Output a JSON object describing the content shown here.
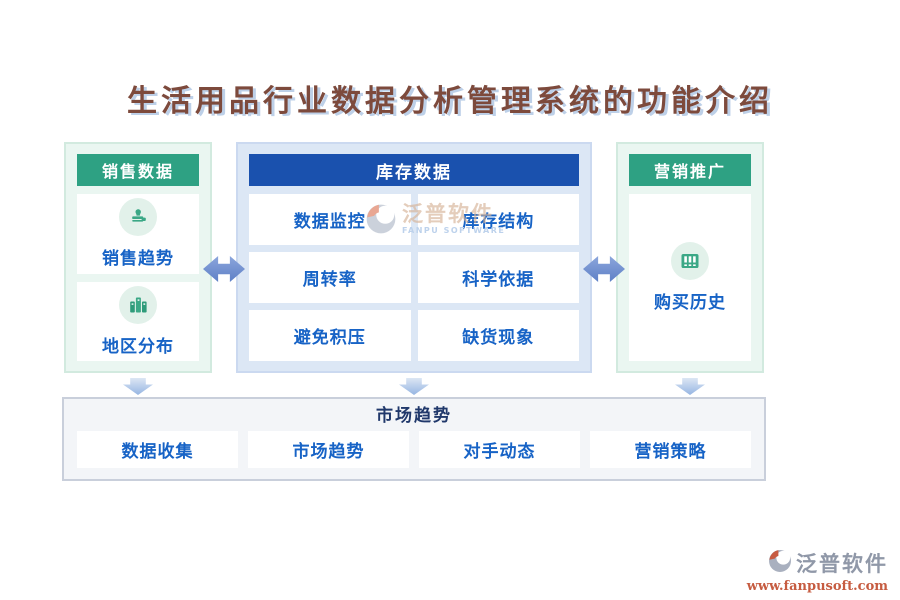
{
  "title": "生活用品行业数据分析管理系统的功能介绍",
  "columns": {
    "sales": {
      "header": "销售数据",
      "items": [
        {
          "icon": "stamp-icon",
          "label": "销售趋势"
        },
        {
          "icon": "books-icon",
          "label": "地区分布"
        }
      ]
    },
    "inventory": {
      "header": "库存数据",
      "items": [
        "数据监控",
        "库存结构",
        "周转率",
        "科学依据",
        "避免积压",
        "缺货现象"
      ]
    },
    "marketing": {
      "header": "营销推广",
      "items": [
        {
          "icon": "grid-icon",
          "label": "购买历史"
        }
      ]
    }
  },
  "bottom": {
    "title": "市场趋势",
    "items": [
      "数据收集",
      "市场趋势",
      "对手动态",
      "营销策略"
    ]
  },
  "watermarks": {
    "center": {
      "name": "泛普软件",
      "subtitle": "FANPU SOFTWARE"
    },
    "corner": {
      "name": "泛普软件",
      "url": "www.fanpusoft.com"
    }
  },
  "colors": {
    "green_header": "#2EA183",
    "green_panel_bg": "#EAF6F1",
    "blue_header": "#1A51AE",
    "blue_panel_bg": "#DCE7F5",
    "item_text": "#1763C6",
    "bottom_title": "#20386B",
    "arrow_blue": "#7090CE",
    "title_text": "#7D4A3C",
    "icon_green": "#3BA886"
  }
}
